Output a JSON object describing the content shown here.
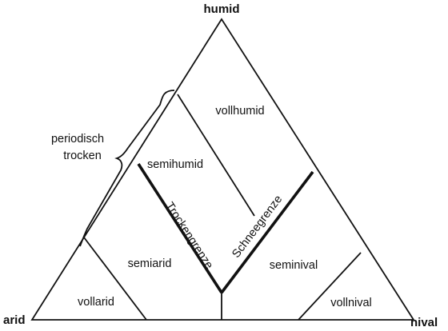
{
  "corners": {
    "top": "humid",
    "left": "arid",
    "right": "nival"
  },
  "regions": {
    "vollhumid": "vollhumid",
    "semihumid": "semihumid",
    "semiarid": "semiarid",
    "vollarid": "vollarid",
    "seminival": "seminival",
    "vollnival": "vollnival"
  },
  "boundaries": {
    "dry_limit": "Trockengrenze",
    "snow_limit": "Schneegrenze"
  },
  "bracket_label": {
    "line1": "periodisch",
    "line2": "trocken"
  }
}
